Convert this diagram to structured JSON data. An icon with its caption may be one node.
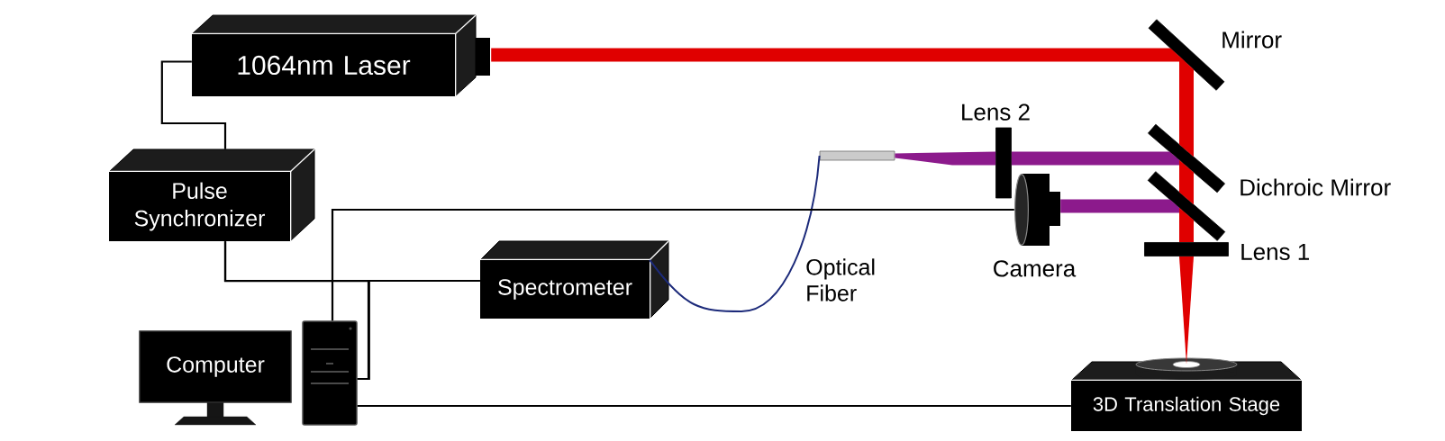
{
  "diagram": {
    "nodes": [
      {
        "text": [
          "1064nm Laser"
        ]
      },
      {
        "text": [
          "Mirror"
        ]
      },
      {
        "text": [
          "Pulse Synchronizer"
        ]
      },
      {
        "text": [
          "Lens 2"
        ]
      },
      {
        "text": [
          "Dichroic Mirror"
        ]
      },
      {
        "text": [],
        "shape": "bar"
      },
      {
        "text": [
          "Camera"
        ]
      },
      {
        "text": [],
        "shape": "bar"
      },
      {
        "text": [
          "Lens 1"
        ]
      },
      {
        "text": [
          "Spectrometer"
        ]
      },
      {
        "text": [
          "Computer"
        ]
      },
      {
        "text": [],
        "shape": "box"
      },
      {
        "text": [
          "3D Translation Stage"
        ]
      }
    ],
    "edges": [
      {
        "from": 0,
        "to": 1,
        "arrow": "none",
        "style": "thick",
        "color": "#e00000"
      },
      {
        "from": 1,
        "to": 4,
        "arrow": "none",
        "style": "thick",
        "color": "#e00000"
      },
      {
        "from": 4,
        "to": 7,
        "arrow": "none",
        "style": "thick",
        "color": "#e00000"
      },
      {
        "from": 7,
        "to": 8,
        "arrow": "none",
        "style": "thick",
        "color": "#e00000"
      },
      {
        "from": 8,
        "to": 12,
        "arrow": "none",
        "style": "thick",
        "color": "#e00000"
      },
      {
        "from": 4,
        "to": 3,
        "arrow": "none",
        "style": "thick",
        "color": "#8c1a8c"
      },
      {
        "from": 3,
        "to": 5,
        "arrow": "none",
        "style": "thick",
        "color": "#8c1a8c"
      },
      {
        "from": 7,
        "to": 6,
        "arrow": "none",
        "style": "thick",
        "color": "#8c1a8c"
      },
      {
        "from": 9,
        "to": 5,
        "arrow": "none",
        "color": "#1c2a7a"
      },
      {
        "from": 0,
        "to": 2,
        "arrow": "none"
      },
      {
        "from": 2,
        "to": 9,
        "arrow": "none"
      },
      {
        "from": 2,
        "to": 11,
        "arrow": "none"
      },
      {
        "from": 11,
        "to": 9,
        "arrow": "none"
      },
      {
        "from": 11,
        "to": 6,
        "arrow": "none"
      },
      {
        "from": 11,
        "to": 12,
        "arrow": "none"
      }
    ],
    "labels": [
      "Optical Fiber"
    ]
  }
}
